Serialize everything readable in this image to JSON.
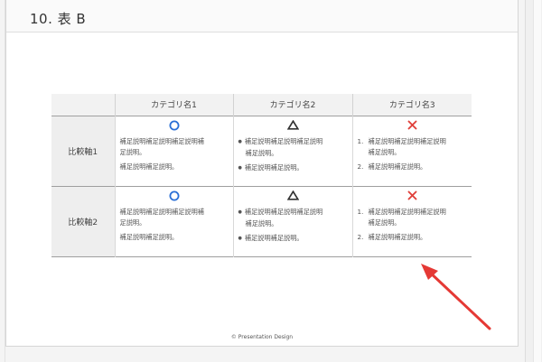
{
  "panel": {
    "title": "10. 表 B"
  },
  "table": {
    "headers": [
      "",
      "カテゴリ名1",
      "カテゴリ名2",
      "カテゴリ名3"
    ],
    "rows": [
      {
        "label": "比較軸1",
        "cells": [
          {
            "mark": "circle",
            "lines": [
              "補足説明補足説明補足説明補",
              "足説明。"
            ],
            "line2": "補足説明補足説明。"
          },
          {
            "mark": "triangle",
            "b1": [
              "補足説明補足説明補足説明",
              "補足説明。"
            ],
            "b2": "補足説明補足説明。"
          },
          {
            "mark": "cross",
            "n1": "1.",
            "t1": [
              "補足説明補足説明補足説明",
              "補足説明。"
            ],
            "n2": "2.",
            "t2": "補足説明補足説明。"
          }
        ]
      },
      {
        "label": "比較軸2",
        "cells": [
          {
            "mark": "circle",
            "lines": [
              "補足説明補足説明補足説明補",
              "足説明。"
            ],
            "line2": "補足説明補足説明。"
          },
          {
            "mark": "triangle",
            "b1": [
              "補足説明補足説明補足説明",
              "補足説明。"
            ],
            "b2": "補足説明補足説明。"
          },
          {
            "mark": "cross",
            "n1": "1.",
            "t1": [
              "補足説明補足説明補足説明",
              "補足説明。"
            ],
            "n2": "2.",
            "t2": "補足説明補足説明。"
          }
        ]
      }
    ]
  },
  "footer": {
    "credit": "© Presentation Design"
  },
  "colors": {
    "circle": "#2a6fd6",
    "triangle": "#333333",
    "cross": "#e0403a",
    "arrow": "#e53935"
  },
  "icons": {
    "circle": "circle-mark-icon",
    "triangle": "triangle-mark-icon",
    "cross": "cross-mark-icon",
    "arrow": "red-arrow-icon"
  }
}
